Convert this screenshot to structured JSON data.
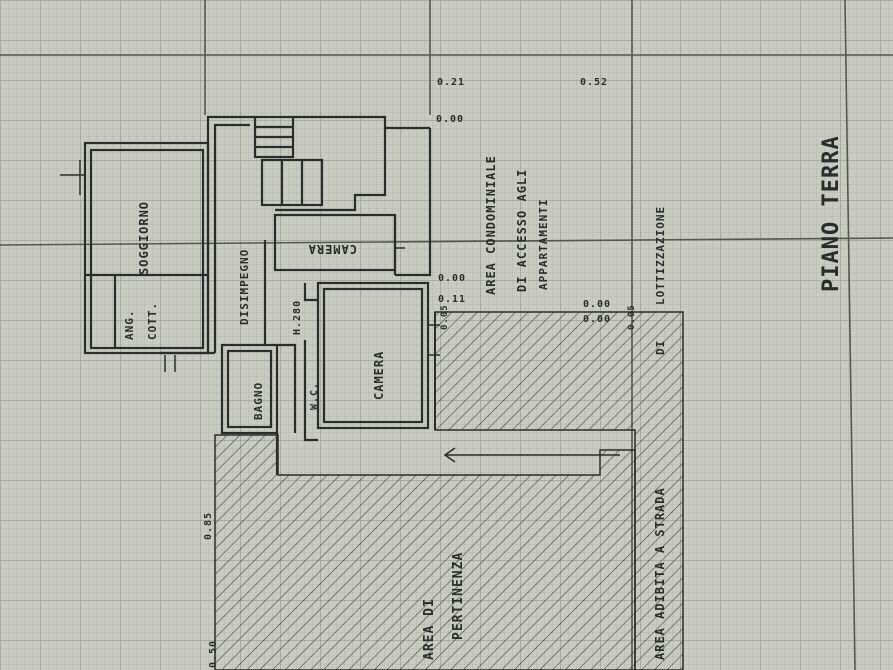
{
  "title": "PIANO TERRA",
  "rooms": {
    "soggiorno": "SOGGIORNO",
    "ang_cott": "ANG.",
    "ang_cott_2": "COTT.",
    "disimpegno": "DISIMPEGNO",
    "camera_top": "CAMERA",
    "camera": "CAMERA",
    "bagno": "BAGNO",
    "wc": "W.C."
  },
  "height_note": "H.280",
  "areas": {
    "condominiale_1": "AREA CONDOMINIALE",
    "condominiale_2": "DI ACCESSO AGLI",
    "condominiale_3": "APPARTAMENTI",
    "lottizzazione": "LOTTIZZAZIONE",
    "lottizzazione_di": "DI",
    "pertinenza_1": "AREA DI",
    "pertinenza_2": "PERTINENZA",
    "strada": "AREA ADIBITA A STRADA"
  },
  "dimensions": {
    "d1": "0.21",
    "d2": "0.52",
    "d3": "0.00",
    "d4": "0.00",
    "d5": "0.11",
    "d6": "0.05",
    "d7": "0.00",
    "d8": "0.00",
    "d9": "0.05",
    "d10": "0.85",
    "d11": "0.50"
  },
  "colors": {
    "paper": "#c9cbc2",
    "grid": "#9ea199",
    "ink": "#2b2d2a"
  }
}
